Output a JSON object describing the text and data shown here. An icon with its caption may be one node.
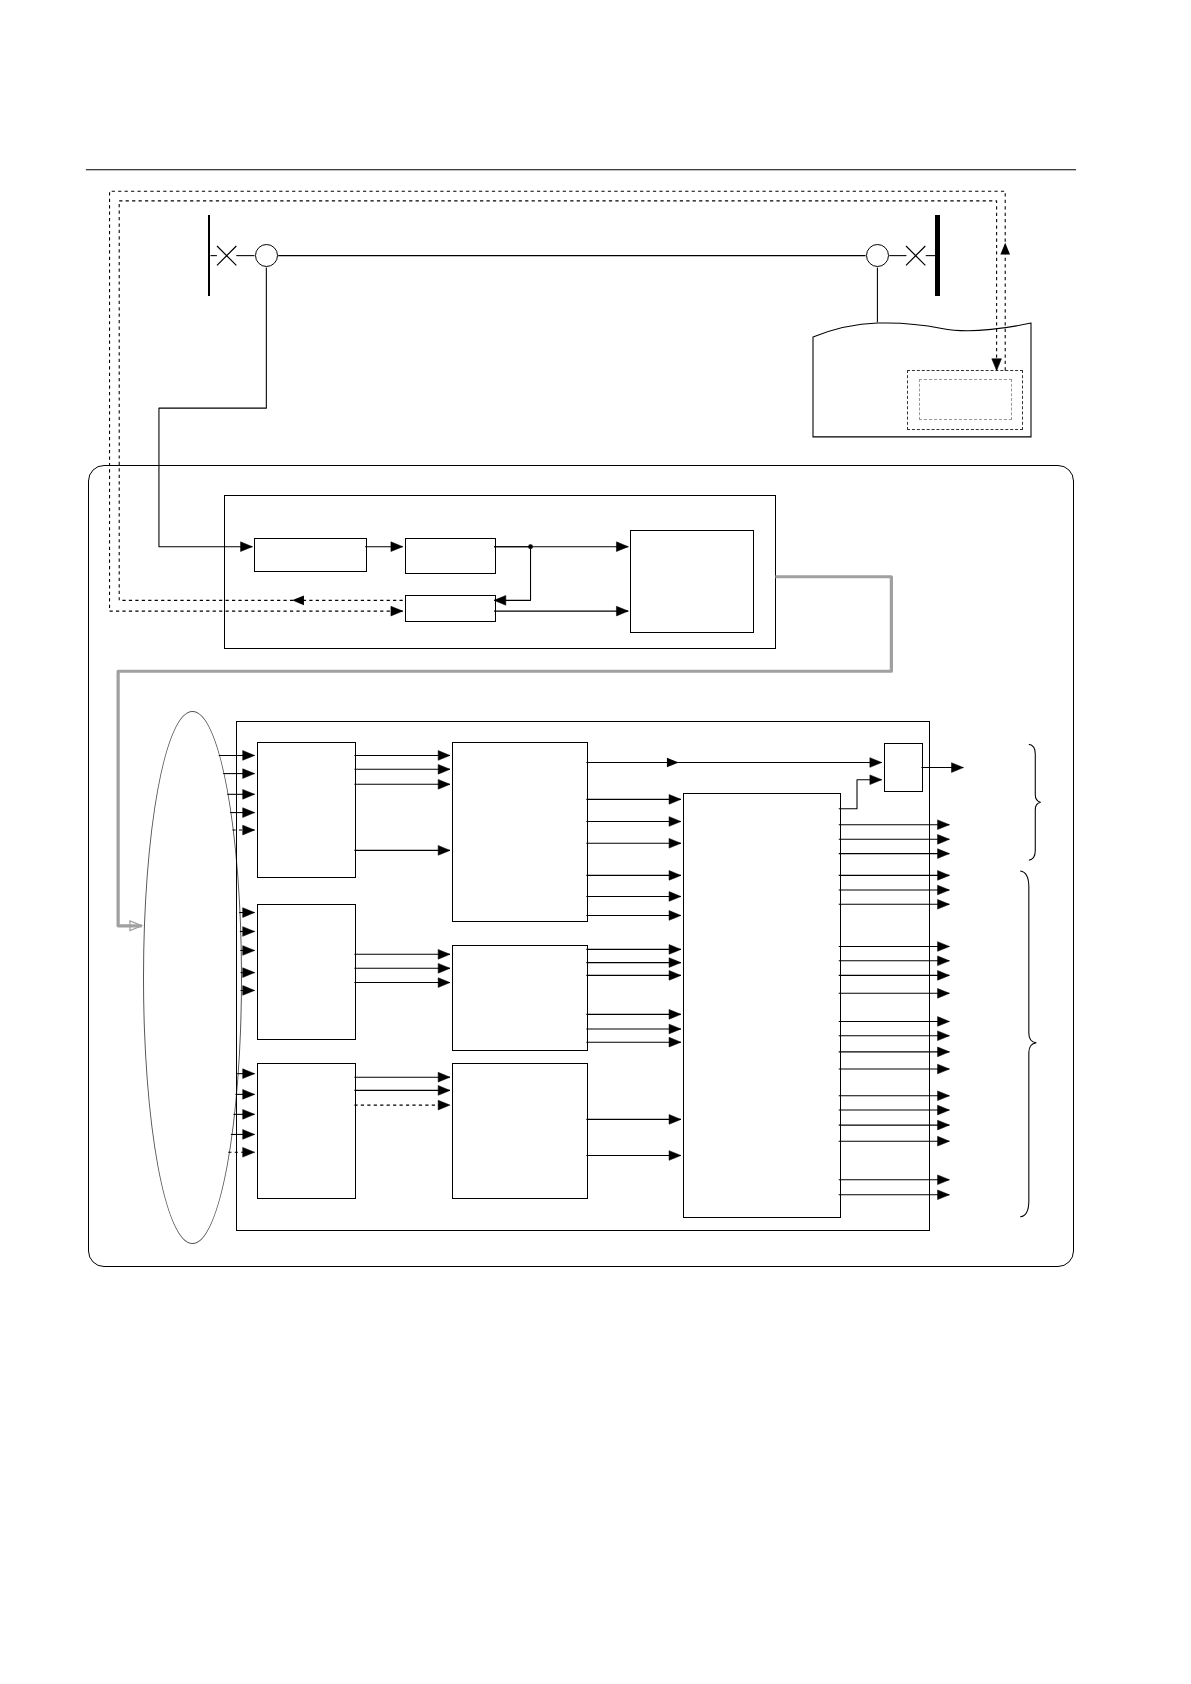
{
  "diagram": {
    "nodes": [
      {
        "text": [],
        "shape": "bar"
      },
      {
        "text": [],
        "shape": "cross"
      },
      {
        "text": [],
        "shape": "circle"
      },
      {
        "text": [],
        "shape": "circle"
      },
      {
        "text": [],
        "shape": "cross"
      },
      {
        "text": [],
        "shape": "bar"
      },
      {
        "text": [],
        "shape": "box"
      },
      {
        "text": [],
        "shape": "box",
        "in": 6
      },
      {
        "text": [],
        "shape": "box",
        "in": 7
      },
      {
        "text": [],
        "shape": "box"
      },
      {
        "text": [],
        "shape": "box",
        "in": 9
      },
      {
        "text": [],
        "shape": "box",
        "in": 10
      },
      {
        "text": [],
        "shape": "box",
        "in": 10
      },
      {
        "text": [],
        "shape": "box",
        "in": 10
      },
      {
        "text": [],
        "shape": "box",
        "in": 10
      },
      {
        "text": [],
        "shape": "ellipse",
        "in": 9
      },
      {
        "text": [],
        "shape": "box",
        "in": 9
      },
      {
        "text": [],
        "shape": "box",
        "in": 16
      },
      {
        "text": [],
        "shape": "box",
        "in": 16
      },
      {
        "text": [],
        "shape": "box",
        "in": 16
      },
      {
        "text": [],
        "shape": "box",
        "in": 16
      },
      {
        "text": [],
        "shape": "box",
        "in": 16
      },
      {
        "text": [],
        "shape": "box",
        "in": 16
      },
      {
        "text": [],
        "shape": "box",
        "in": 16
      },
      {
        "text": [],
        "shape": "box",
        "in": 16
      }
    ],
    "edges": [
      {
        "from": 0,
        "to": 1,
        "arrow": "none"
      },
      {
        "from": 1,
        "to": 2,
        "arrow": "none"
      },
      {
        "from": 2,
        "to": 3,
        "arrow": "none"
      },
      {
        "from": 3,
        "to": 4,
        "arrow": "none"
      },
      {
        "from": 4,
        "to": 5,
        "arrow": "none"
      },
      {
        "from": 3,
        "to": 6,
        "arrow": "none"
      },
      {
        "from": 2,
        "to": 11,
        "arrow": "to"
      },
      {
        "from": 11,
        "to": 12,
        "arrow": "to"
      },
      {
        "from": 12,
        "to": 14,
        "arrow": "to"
      },
      {
        "from": 12,
        "to": 13,
        "arrow": "to"
      },
      {
        "from": 13,
        "to": 14,
        "arrow": "to"
      },
      {
        "from": 13,
        "to": 7,
        "arrow": "to",
        "style": "dashed"
      },
      {
        "from": 7,
        "to": 13,
        "arrow": "to",
        "style": "dashed"
      },
      {
        "from": 10,
        "to": 15,
        "arrow": "to",
        "color": "#a0a0a0"
      },
      {
        "from": 15,
        "to": 17,
        "arrow": "to"
      },
      {
        "from": 15,
        "to": 17,
        "arrow": "to"
      },
      {
        "from": 15,
        "to": 17,
        "arrow": "to"
      },
      {
        "from": 15,
        "to": 17,
        "arrow": "to"
      },
      {
        "from": 15,
        "to": 17,
        "arrow": "to",
        "style": "dashed"
      },
      {
        "from": 15,
        "to": 18,
        "arrow": "to"
      },
      {
        "from": 15,
        "to": 18,
        "arrow": "to"
      },
      {
        "from": 15,
        "to": 18,
        "arrow": "to"
      },
      {
        "from": 15,
        "to": 18,
        "arrow": "to"
      },
      {
        "from": 15,
        "to": 18,
        "arrow": "to",
        "style": "dashed"
      },
      {
        "from": 15,
        "to": 19,
        "arrow": "to"
      },
      {
        "from": 15,
        "to": 19,
        "arrow": "to"
      },
      {
        "from": 15,
        "to": 19,
        "arrow": "to"
      },
      {
        "from": 15,
        "to": 19,
        "arrow": "to"
      },
      {
        "from": 15,
        "to": 19,
        "arrow": "to",
        "style": "dashed"
      },
      {
        "from": 17,
        "to": 20,
        "arrow": "to"
      },
      {
        "from": 17,
        "to": 20,
        "arrow": "to"
      },
      {
        "from": 17,
        "to": 20,
        "arrow": "to"
      },
      {
        "from": 17,
        "to": 20,
        "arrow": "to"
      },
      {
        "from": 18,
        "to": 21,
        "arrow": "to"
      },
      {
        "from": 18,
        "to": 21,
        "arrow": "to"
      },
      {
        "from": 18,
        "to": 21,
        "arrow": "to"
      },
      {
        "from": 19,
        "to": 22,
        "arrow": "to"
      },
      {
        "from": 19,
        "to": 22,
        "arrow": "to"
      },
      {
        "from": 19,
        "to": 22,
        "arrow": "to",
        "style": "dashed"
      },
      {
        "from": 20,
        "to": 24,
        "arrow": "to"
      },
      {
        "from": 20,
        "to": 23,
        "arrow": "to"
      },
      {
        "from": 20,
        "to": 23,
        "arrow": "to"
      },
      {
        "from": 20,
        "to": 23,
        "arrow": "to"
      },
      {
        "from": 20,
        "to": 23,
        "arrow": "to"
      },
      {
        "from": 20,
        "to": 23,
        "arrow": "to"
      },
      {
        "from": 20,
        "to": 23,
        "arrow": "to"
      },
      {
        "from": 21,
        "to": 23,
        "arrow": "to"
      },
      {
        "from": 21,
        "to": 23,
        "arrow": "to"
      },
      {
        "from": 21,
        "to": 23,
        "arrow": "to"
      },
      {
        "from": 21,
        "to": 23,
        "arrow": "to"
      },
      {
        "from": 21,
        "to": 23,
        "arrow": "to"
      },
      {
        "from": 21,
        "to": 23,
        "arrow": "to"
      },
      {
        "from": 22,
        "to": 23,
        "arrow": "to"
      },
      {
        "from": 22,
        "to": 23,
        "arrow": "to"
      },
      {
        "from": 23,
        "to": 24,
        "arrow": "to"
      },
      {
        "from": 24,
        "to": null,
        "arrow": "to"
      },
      {
        "from": 23,
        "to": null,
        "arrow": "to"
      },
      {
        "from": 23,
        "to": null,
        "arrow": "to"
      },
      {
        "from": 23,
        "to": null,
        "arrow": "to"
      },
      {
        "from": 23,
        "to": null,
        "arrow": "to"
      },
      {
        "from": 23,
        "to": null,
        "arrow": "to"
      },
      {
        "from": 23,
        "to": null,
        "arrow": "to"
      },
      {
        "from": 23,
        "to": null,
        "arrow": "to"
      },
      {
        "from": 23,
        "to": null,
        "arrow": "to"
      },
      {
        "from": 23,
        "to": null,
        "arrow": "to"
      },
      {
        "from": 23,
        "to": null,
        "arrow": "to"
      },
      {
        "from": 23,
        "to": null,
        "arrow": "to"
      },
      {
        "from": 23,
        "to": null,
        "arrow": "to"
      },
      {
        "from": 23,
        "to": null,
        "arrow": "to"
      },
      {
        "from": 23,
        "to": null,
        "arrow": "to"
      },
      {
        "from": 23,
        "to": null,
        "arrow": "to"
      },
      {
        "from": 23,
        "to": null,
        "arrow": "to"
      },
      {
        "from": 23,
        "to": null,
        "arrow": "to"
      },
      {
        "from": 23,
        "to": null,
        "arrow": "to"
      },
      {
        "from": 23,
        "to": null,
        "arrow": "to"
      },
      {
        "from": 23,
        "to": null,
        "arrow": "to"
      }
    ]
  }
}
